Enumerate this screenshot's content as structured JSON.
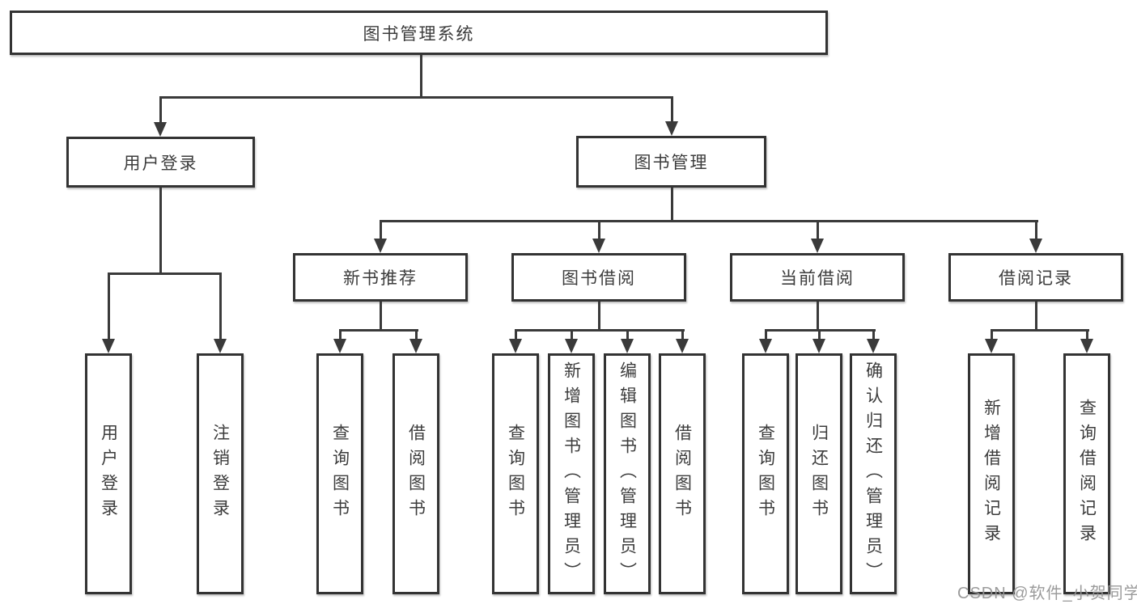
{
  "diagram": {
    "root": {
      "label": "图书管理系统"
    },
    "branches": [
      {
        "label": "用户登录",
        "leaves": [
          {
            "label": "用户登录"
          },
          {
            "label": "注销登录"
          }
        ]
      },
      {
        "label": "图书管理",
        "groups": [
          {
            "label": "新书推荐",
            "leaves": [
              {
                "label": "查询图书"
              },
              {
                "label": "借阅图书"
              }
            ]
          },
          {
            "label": "图书借阅",
            "leaves": [
              {
                "label": "查询图书"
              },
              {
                "label": "新增图书（管理员）"
              },
              {
                "label": "编辑图书（管理员）"
              },
              {
                "label": "借阅图书"
              }
            ]
          },
          {
            "label": "当前借阅",
            "leaves": [
              {
                "label": "查询图书"
              },
              {
                "label": "归还图书"
              },
              {
                "label": "确认归还（管理员）"
              }
            ]
          },
          {
            "label": "借阅记录",
            "leaves": [
              {
                "label": "新增借阅记录"
              },
              {
                "label": "查询借阅记录"
              }
            ]
          }
        ]
      }
    ]
  },
  "watermark": {
    "text": "CSDN @软件_小贺同学"
  },
  "colors": {
    "line": "#3a3a3a",
    "border": "#333333",
    "text": "#3c3c3c",
    "background": "#ffffff",
    "watermark": "#969696"
  }
}
